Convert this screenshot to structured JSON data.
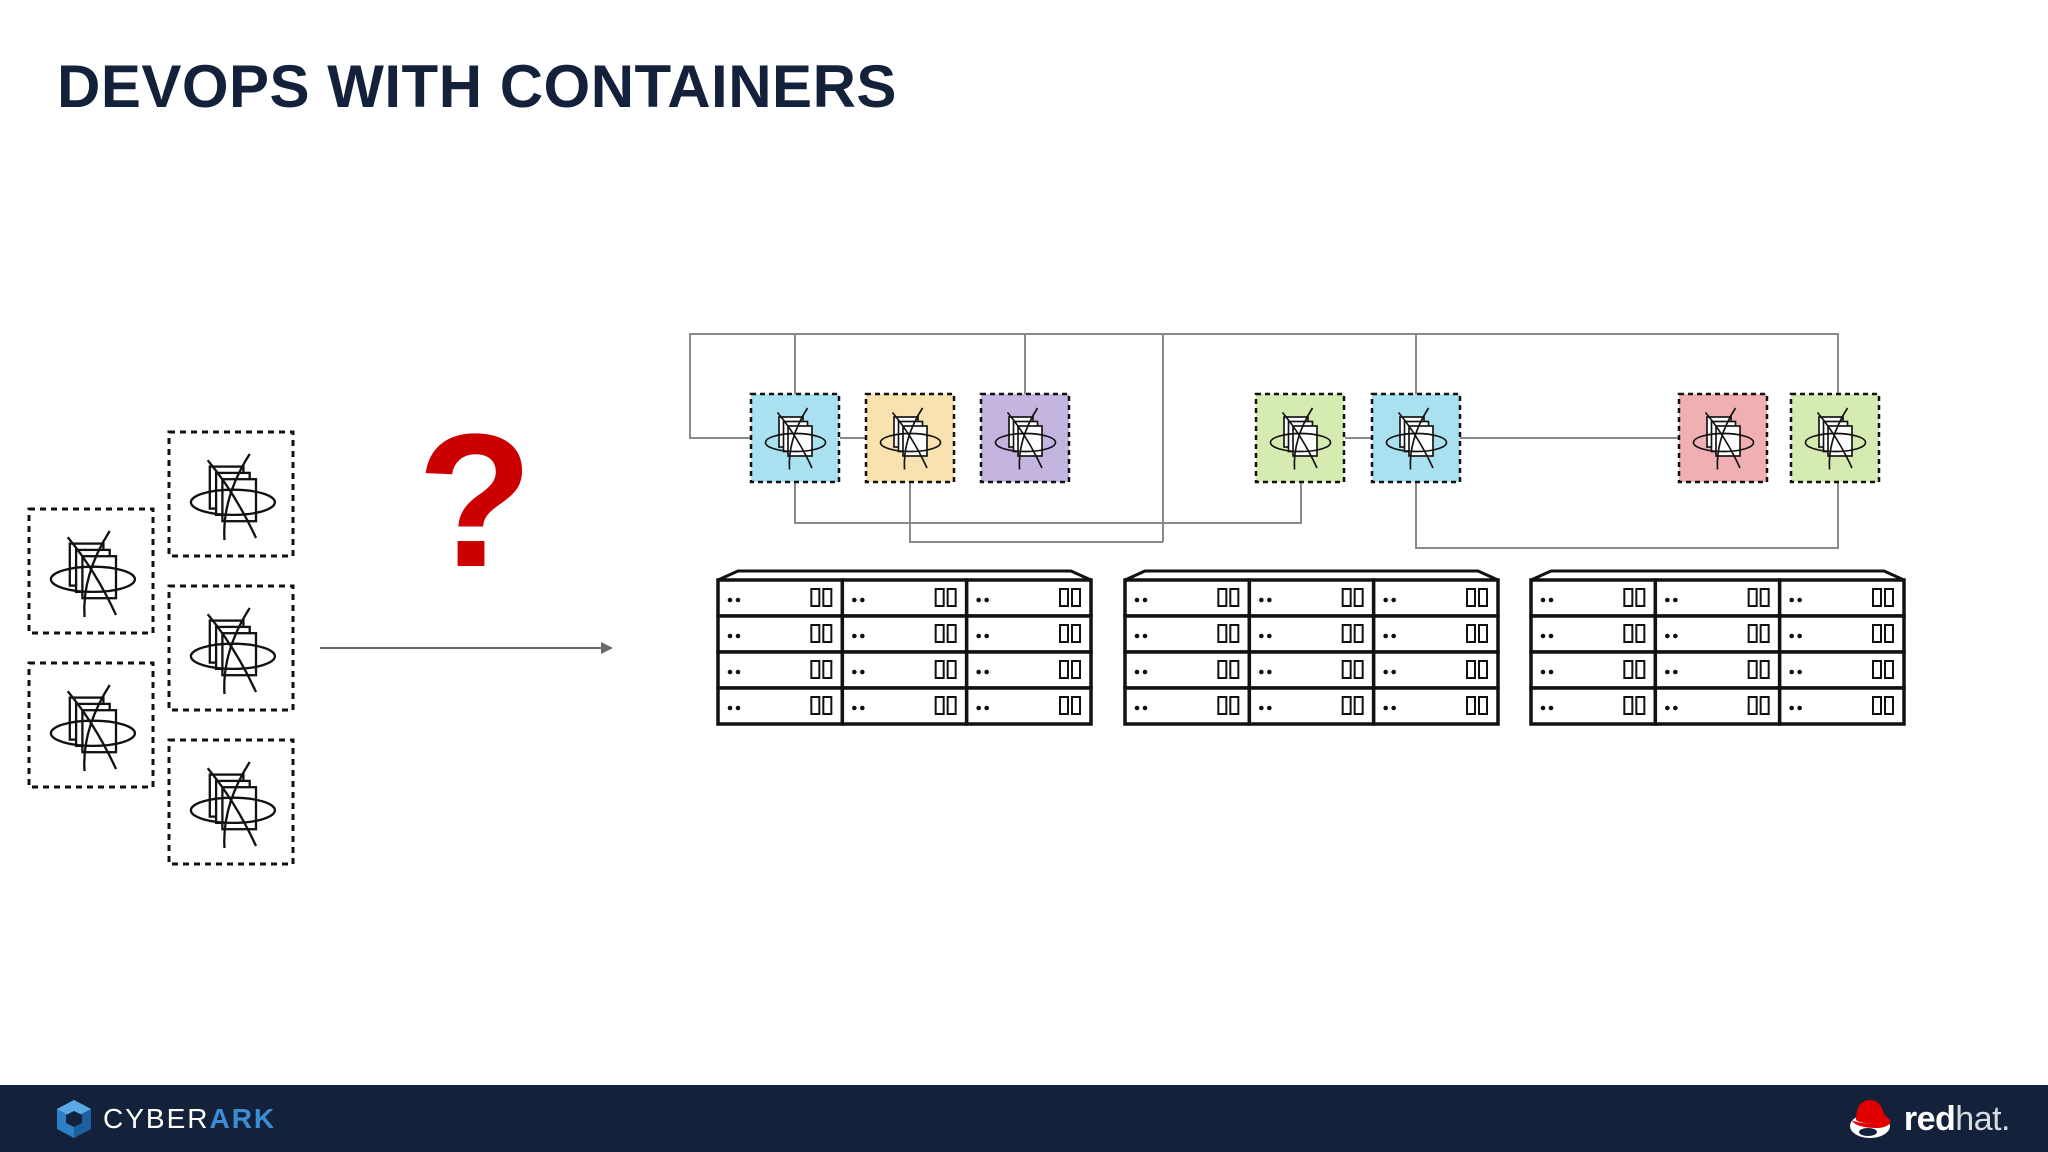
{
  "slide": {
    "title": "DEVOPS WITH CONTAINERS",
    "question_mark": "?"
  },
  "footer": {
    "left_logo_part1": "CYBER",
    "left_logo_part2": "ARK",
    "right_logo_part1": "red",
    "right_logo_part2": "hat."
  },
  "diagram": {
    "unplaced_containers": 6,
    "placed_containers": [
      {
        "color": "#a9e1f0"
      },
      {
        "color": "#f8e2b0"
      },
      {
        "color": "#c4b4e0"
      },
      {
        "color": "#d6ebb1"
      },
      {
        "color": "#a9e1f0"
      },
      {
        "color": "#f0b0b3"
      },
      {
        "color": "#d6ebb1"
      }
    ],
    "server_racks": 3,
    "colors": {
      "question_mark": "#cc0000",
      "connector_lines": "#8a8a8a",
      "footer_bg": "#14213a",
      "title": "#14213a"
    }
  }
}
